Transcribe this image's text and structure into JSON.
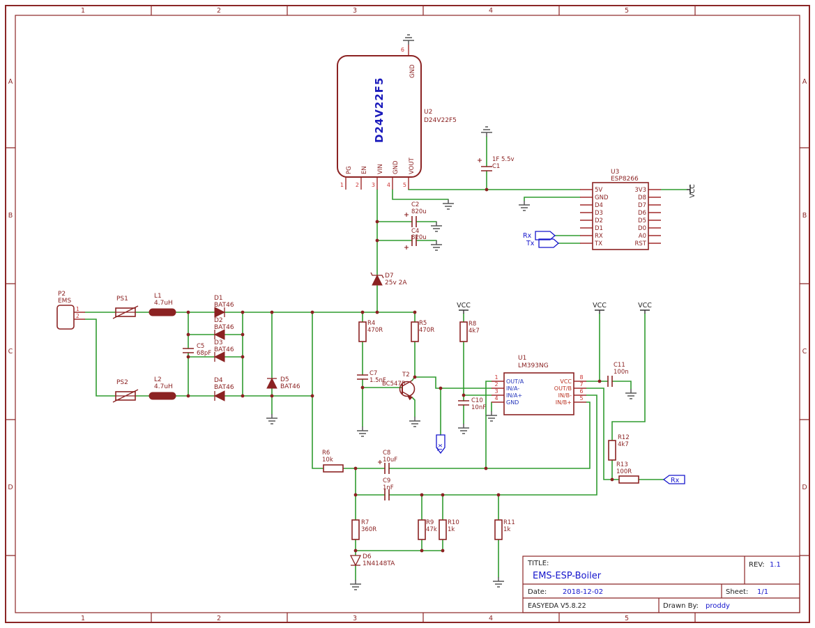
{
  "sheet": {
    "cols": [
      "1",
      "2",
      "3",
      "4",
      "5"
    ],
    "rows": [
      "A",
      "B",
      "C",
      "D"
    ]
  },
  "nets": {
    "vcc": "VCC",
    "rx": "Rx",
    "tx": "Tx"
  },
  "parts": {
    "u2": {
      "ref": "U2",
      "value": "D24V22F5",
      "big_label": "D24V22F5",
      "pin_numbers": [
        "1",
        "2",
        "3",
        "4",
        "5",
        "6"
      ],
      "pin_names": [
        "PG",
        "EN",
        "VIN",
        "GND",
        "VOUT",
        "GND"
      ]
    },
    "c1": {
      "ref": "C1",
      "value": "1F 5.5v"
    },
    "u3": {
      "ref": "U3",
      "value": "ESP8266",
      "left_pins": [
        "5V",
        "GND",
        "D4",
        "D3",
        "D2",
        "D1",
        "RX",
        "TX"
      ],
      "right_pins": [
        "3V3",
        "D8",
        "D7",
        "D6",
        "D5",
        "D0",
        "A0",
        "RST"
      ]
    },
    "p2": {
      "ref": "P2",
      "value": "EMS",
      "pin_numbers": [
        "1",
        "2"
      ]
    },
    "ps1": {
      "ref": "PS1"
    },
    "ps2": {
      "ref": "PS2"
    },
    "l1": {
      "ref": "L1",
      "value": "4.7uH"
    },
    "l2": {
      "ref": "L2",
      "value": "4.7uH"
    },
    "d1": {
      "ref": "D1",
      "value": "BAT46"
    },
    "d2": {
      "ref": "D2",
      "value": "BAT46"
    },
    "d3": {
      "ref": "D3",
      "value": "BAT46"
    },
    "d4": {
      "ref": "D4",
      "value": "BAT46"
    },
    "d5": {
      "ref": "D5",
      "value": "BAT46"
    },
    "d6": {
      "ref": "D6",
      "value": "1N4148TA"
    },
    "d7": {
      "ref": "D7",
      "value": "25v 2A"
    },
    "c2": {
      "ref": "C2",
      "value": "820u"
    },
    "c4": {
      "ref": "C4",
      "value": "820u"
    },
    "c5": {
      "ref": "C5",
      "value": "68pF"
    },
    "c7": {
      "ref": "C7",
      "value": "1.5nF"
    },
    "c8": {
      "ref": "C8",
      "value": "10uF"
    },
    "c9": {
      "ref": "C9",
      "value": "1nF"
    },
    "c10": {
      "ref": "C10",
      "value": "10nF"
    },
    "c11": {
      "ref": "C11",
      "value": "100n"
    },
    "r4": {
      "ref": "R4",
      "value": "470R"
    },
    "r5": {
      "ref": "R5",
      "value": "470R"
    },
    "r6": {
      "ref": "R6",
      "value": "10k"
    },
    "r7": {
      "ref": "R7",
      "value": "360R"
    },
    "r8": {
      "ref": "R8",
      "value": "4k7"
    },
    "r9": {
      "ref": "R9",
      "value": "47k"
    },
    "r10": {
      "ref": "R10",
      "value": "1k"
    },
    "r11": {
      "ref": "R11",
      "value": "1k"
    },
    "r12": {
      "ref": "R12",
      "value": "4k7"
    },
    "r13": {
      "ref": "R13",
      "value": "100R"
    },
    "t2": {
      "ref": "T2",
      "value": "BC547B"
    },
    "u1": {
      "ref": "U1",
      "value": "LM393NG",
      "left_numbers": [
        "1",
        "2",
        "3",
        "4"
      ],
      "left_names": [
        "OUT/A",
        "IN/A-",
        "IN/A+",
        "GND"
      ],
      "right_numbers": [
        "8",
        "7",
        "6",
        "5"
      ],
      "right_names": [
        "VCC",
        "OUT/B",
        "IN/B-",
        "IN/B+"
      ]
    }
  },
  "title_block": {
    "title_label": "TITLE:",
    "title": "EMS-ESP-Boiler",
    "rev_label": "REV:",
    "rev": "1.1",
    "date_label": "Date:",
    "date": "2018-12-02",
    "sheet_label": "Sheet:",
    "sheet": "1/1",
    "software": "EASYEDA V5.8.22",
    "drawn_by_label": "Drawn By:",
    "drawn_by": "proddy"
  },
  "colors": {
    "frame": "#8b2626",
    "wire": "#2f9b2f",
    "part": "#8b2222",
    "pin_number": "#cc3333",
    "net_blue": "#1515cc",
    "ground": "#565656"
  }
}
